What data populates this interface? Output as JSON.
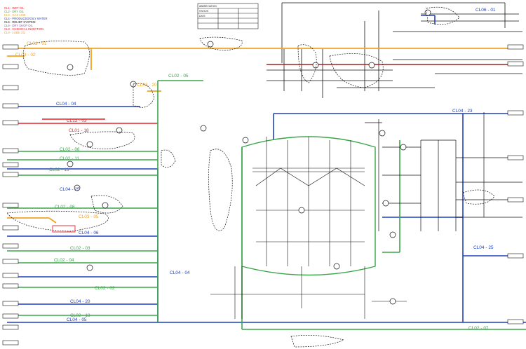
{
  "legend": {
    "lines": [
      {
        "text": "CL1 - WET OIL",
        "color": "#e8222b"
      },
      {
        "text": "CL2 - DRY OIL",
        "color": "#3aa64a"
      },
      {
        "text": "CL3 - GAS LINE",
        "color": "#f0a322"
      },
      {
        "text": "CL4 - PRODUCED/OILY WATER",
        "color": "#1f3fbf"
      },
      {
        "text": "CL5 - RELIEF SYSTEM",
        "color": "#111111"
      },
      {
        "text": "CL6 - DRY SHOP OIL",
        "color": "#7b5cb8"
      },
      {
        "text": "CL8 - CHEMICAL INJECTION",
        "color": "#e8222b"
      },
      {
        "text": "CL9 - LUBE OIL",
        "color": "#f0a322"
      }
    ]
  },
  "title_block": {
    "rows": [
      "ABBREVIATION",
      "STATUS",
      "DATE"
    ]
  },
  "colors": {
    "gas": "#f0a322",
    "dry_oil": "#3aa64a",
    "water": "#1f3fbf",
    "wet_oil": "#e8222b",
    "relief": "#111111",
    "shop_oil": "#7b5cb8",
    "oil_export": "#a02020"
  },
  "loop_labels": {
    "cl03_01": "CL03 - 01",
    "cl03_02": "CL03 - 02",
    "cl03_20": "CL03 - 20",
    "cl06_01": "CL06 - 01",
    "cl02_05": "CL02 - 05",
    "cl04_04a": "CL04 - 04",
    "cl12_03": "CL12 - 03",
    "cl01_18": "CL01 - 18",
    "cl02_06": "CL02 - 06",
    "cl02_11": "CL02 - 11",
    "cl02_13": "CL02 - 13",
    "cl04_25a": "CL04 - 25",
    "cl02_08": "CL02 - 08",
    "cl03_05": "CL03 - 05",
    "cl04_06": "CL04 - 06",
    "cl02_03": "CL02 - 03",
    "cl02_04": "CL02 - 04",
    "cl04_04b": "CL04 - 04",
    "cl02_02": "CL02 - 02",
    "cl04_20": "CL04 - 20",
    "cl02_18": "CL02 - 18",
    "cl04_05": "CL04 - 05",
    "cl04_23": "CL04 - 23",
    "cl04_25b": "CL04 - 25",
    "cl02_07": "CL02 - 07"
  }
}
